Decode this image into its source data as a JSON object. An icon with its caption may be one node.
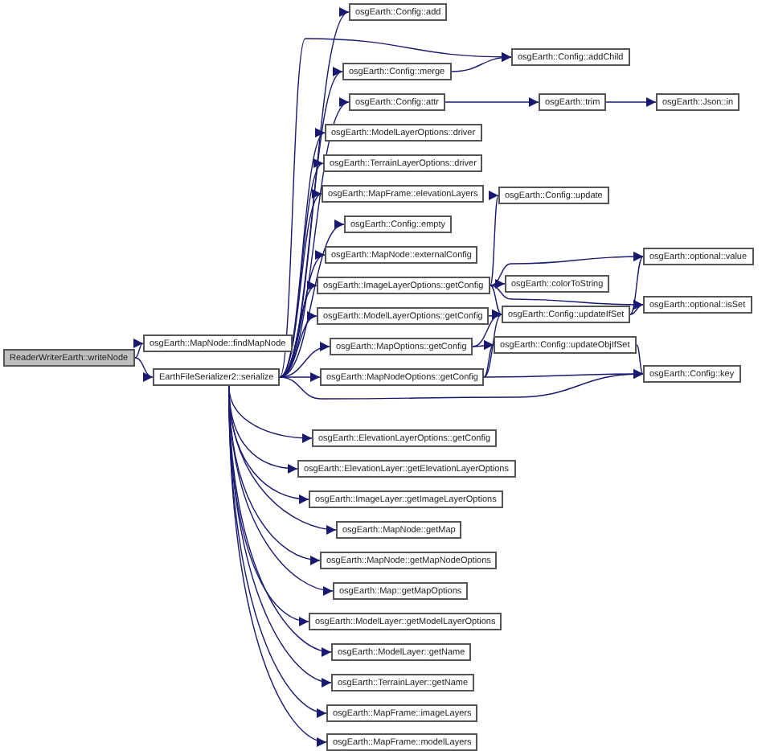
{
  "diagram": {
    "nodes": [
      {
        "text": [
          "ReaderWriterEarth::writeNode"
        ]
      },
      {
        "text": [
          "osgEarth::MapNode::findMapNode"
        ]
      },
      {
        "text": [
          "EarthFileSerializer2::serialize"
        ]
      },
      {
        "text": [
          "osgEarth::Config::add"
        ]
      },
      {
        "text": [
          "osgEarth::Config::merge"
        ]
      },
      {
        "text": [
          "osgEarth::Config::attr"
        ]
      },
      {
        "text": [
          "osgEarth::ModelLayerOptions::driver"
        ]
      },
      {
        "text": [
          "osgEarth::TerrainLayerOptions::driver"
        ]
      },
      {
        "text": [
          "osgEarth::MapFrame::elevationLayers"
        ]
      },
      {
        "text": [
          "osgEarth::Config::empty"
        ]
      },
      {
        "text": [
          "osgEarth::MapNode::externalConfig"
        ]
      },
      {
        "text": [
          "osgEarth::ImageLayerOptions::getConfig"
        ]
      },
      {
        "text": [
          "osgEarth::ModelLayerOptions::getConfig"
        ]
      },
      {
        "text": [
          "osgEarth::MapOptions::getConfig"
        ]
      },
      {
        "text": [
          "osgEarth::MapNodeOptions::getConfig"
        ]
      },
      {
        "text": [
          "osgEarth::ElevationLayerOptions::getConfig"
        ]
      },
      {
        "text": [
          "osgEarth::ElevationLayer::getElevationLayerOptions"
        ]
      },
      {
        "text": [
          "osgEarth::ImageLayer::getImageLayerOptions"
        ]
      },
      {
        "text": [
          "osgEarth::MapNode::getMap"
        ]
      },
      {
        "text": [
          "osgEarth::MapNode::getMapNodeOptions"
        ]
      },
      {
        "text": [
          "osgEarth::Map::getMapOptions"
        ]
      },
      {
        "text": [
          "osgEarth::ModelLayer::getModelLayerOptions"
        ]
      },
      {
        "text": [
          "osgEarth::ModelLayer::getName"
        ]
      },
      {
        "text": [
          "osgEarth::TerrainLayer::getName"
        ]
      },
      {
        "text": [
          "osgEarth::MapFrame::imageLayers"
        ]
      },
      {
        "text": [
          "osgEarth::MapFrame::modelLayers"
        ]
      },
      {
        "text": [
          "osgEarth::Config::addChild"
        ]
      },
      {
        "text": [
          "osgEarth::trim"
        ]
      },
      {
        "text": [
          "osgEarth::Json::in"
        ]
      },
      {
        "text": [
          "osgEarth::Config::update"
        ]
      },
      {
        "text": [
          "osgEarth::colorToString"
        ]
      },
      {
        "text": [
          "osgEarth::Config::updateIfSet"
        ]
      },
      {
        "text": [
          "osgEarth::Config::updateObjIfSet"
        ]
      },
      {
        "text": [
          "osgEarth::optional::value"
        ]
      },
      {
        "text": [
          "osgEarth::optional::isSet"
        ]
      },
      {
        "text": [
          "osgEarth::Config::key"
        ]
      }
    ],
    "edges": [
      {
        "from": 0,
        "to": 1,
        "arrow": "to"
      },
      {
        "from": 0,
        "to": 2,
        "arrow": "to"
      },
      {
        "from": 2,
        "to": 3,
        "arrow": "to"
      },
      {
        "from": 2,
        "to": 26,
        "arrow": "to"
      },
      {
        "from": 2,
        "to": 4,
        "arrow": "to"
      },
      {
        "from": 2,
        "to": 5,
        "arrow": "to"
      },
      {
        "from": 2,
        "to": 6,
        "arrow": "to"
      },
      {
        "from": 2,
        "to": 7,
        "arrow": "to"
      },
      {
        "from": 2,
        "to": 8,
        "arrow": "to"
      },
      {
        "from": 2,
        "to": 9,
        "arrow": "to"
      },
      {
        "from": 2,
        "to": 10,
        "arrow": "to"
      },
      {
        "from": 2,
        "to": 11,
        "arrow": "to"
      },
      {
        "from": 2,
        "to": 12,
        "arrow": "to"
      },
      {
        "from": 2,
        "to": 13,
        "arrow": "to"
      },
      {
        "from": 2,
        "to": 14,
        "arrow": "to"
      },
      {
        "from": 2,
        "to": 35,
        "arrow": "to"
      },
      {
        "from": 2,
        "to": 15,
        "arrow": "to"
      },
      {
        "from": 2,
        "to": 16,
        "arrow": "to"
      },
      {
        "from": 2,
        "to": 17,
        "arrow": "to"
      },
      {
        "from": 2,
        "to": 18,
        "arrow": "to"
      },
      {
        "from": 2,
        "to": 19,
        "arrow": "to"
      },
      {
        "from": 2,
        "to": 20,
        "arrow": "to"
      },
      {
        "from": 2,
        "to": 21,
        "arrow": "to"
      },
      {
        "from": 2,
        "to": 22,
        "arrow": "to"
      },
      {
        "from": 2,
        "to": 23,
        "arrow": "to"
      },
      {
        "from": 2,
        "to": 24,
        "arrow": "to"
      },
      {
        "from": 2,
        "to": 25,
        "arrow": "to"
      },
      {
        "from": 4,
        "to": 26,
        "arrow": "to"
      },
      {
        "from": 5,
        "to": 27,
        "arrow": "to"
      },
      {
        "from": 27,
        "to": 28,
        "arrow": "to"
      },
      {
        "from": 11,
        "to": 29,
        "arrow": "to"
      },
      {
        "from": 11,
        "to": 33,
        "arrow": "to"
      },
      {
        "from": 11,
        "to": 34,
        "arrow": "to"
      },
      {
        "from": 11,
        "to": 30,
        "arrow": "to"
      },
      {
        "from": 11,
        "to": 31,
        "arrow": "to"
      },
      {
        "from": 12,
        "to": 31,
        "arrow": "to"
      },
      {
        "from": 13,
        "to": 31,
        "arrow": "to"
      },
      {
        "from": 13,
        "to": 32,
        "arrow": "to"
      },
      {
        "from": 14,
        "to": 31,
        "arrow": "to"
      },
      {
        "from": 14,
        "to": 32,
        "arrow": "to"
      },
      {
        "from": 14,
        "to": 35,
        "arrow": "to"
      },
      {
        "from": 31,
        "to": 33,
        "arrow": "to"
      },
      {
        "from": 31,
        "to": 34,
        "arrow": "to"
      },
      {
        "from": 32,
        "to": 35,
        "arrow": "to"
      }
    ]
  }
}
